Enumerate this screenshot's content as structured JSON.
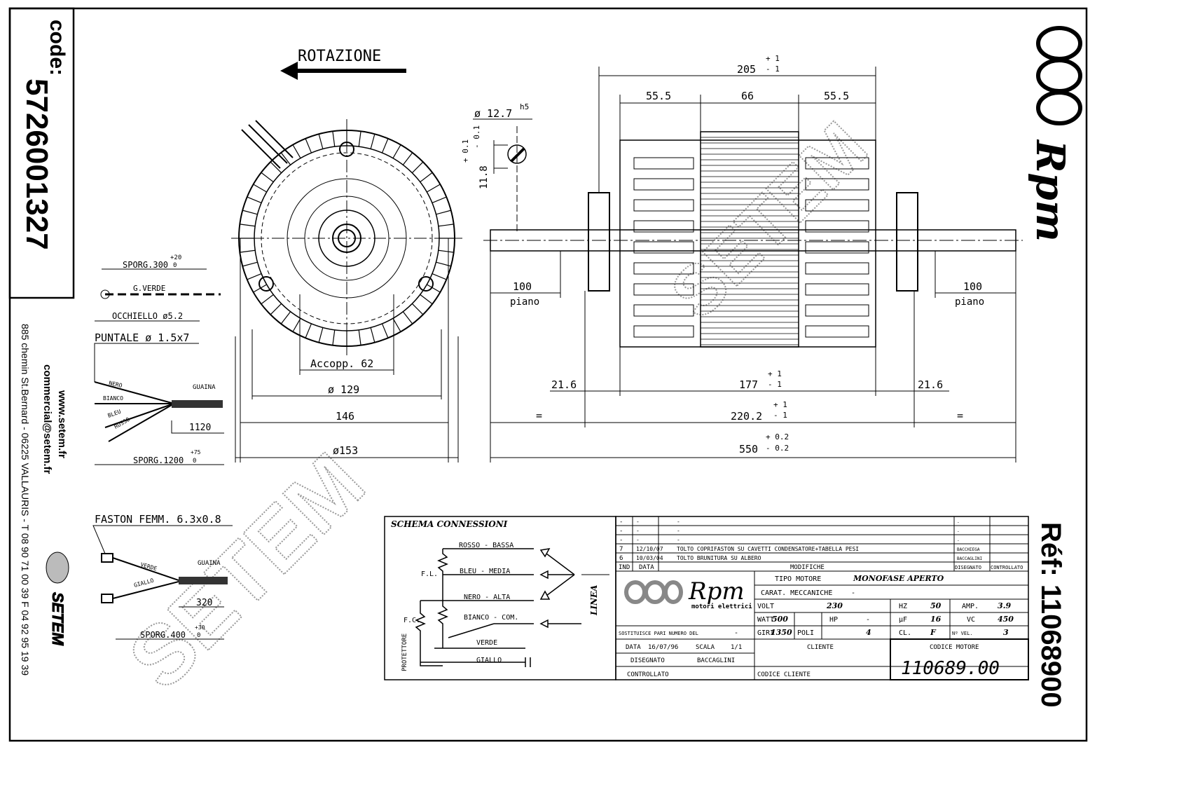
{
  "sidebar": {
    "code_label": "code:",
    "code": "5726001327",
    "web": "www.setem.fr",
    "email": "commercial@setem.fr",
    "address": "885 chemin St.Bernard - 06225 VALLAURIS - T 08 90 71 00 39  F 04 92 95 19 39",
    "brand": "SETEM"
  },
  "right": {
    "logo": "Rpm",
    "ref": "Réf: 11068900",
    "watermark": "SETEM"
  },
  "front_view": {
    "rotation": "ROTAZIONE",
    "accopp": "Accopp. 62",
    "d129": "ø 129",
    "d146": "146",
    "d153": "ø153"
  },
  "wires": {
    "sporg300": "SPORG.300",
    "sporg300_tol": "+20",
    "sporg300_tol2": "0",
    "gverde": "G.VERDE",
    "occhiello": "OCCHIELLO ø5.2",
    "puntale": "PUNTALE ø 1.5x7",
    "nero": "NERO",
    "bianco": "BIANCO",
    "bleu": "BLEU",
    "rosso": "ROSSO",
    "guaina": "GUAINA",
    "d1120": "1120",
    "sporg1200": "SPORG.1200",
    "sporg1200_tol": "+75",
    "sporg1200_tol2": "0",
    "faston": "FASTON FEMM. 6.3x0.8",
    "verde": "VERDE",
    "giallo": "GIALLO",
    "guaina2": "GUAINA",
    "d320": "320",
    "sporg400": "SPORG.400",
    "sporg400_tol": "+30",
    "sporg400_tol2": "0"
  },
  "shaft_detail": {
    "diam": "ø 12.7",
    "fit": "h5",
    "flat": "11.8",
    "tol_plus": "+ 0.1",
    "tol_minus": "- 0.1"
  },
  "side_view": {
    "d205": "205",
    "d205_tp": "+ 1",
    "d205_tm": "- 1",
    "d55a": "55.5",
    "d66": "66",
    "d55b": "55.5",
    "d100a": "100",
    "piano_a": "piano",
    "d100b": "100",
    "piano_b": "piano",
    "d21a": "21.6",
    "d177": "177",
    "d177_tp": "+ 1",
    "d177_tm": "- 1",
    "d21b": "21.6",
    "eq_a": "=",
    "d220": "220.2",
    "d220_tp": "+ 1",
    "d220_tm": "- 1",
    "eq_b": "=",
    "d550": "550",
    "d550_tp": "+ 0.2",
    "d550_tm": "- 0.2"
  },
  "schema": {
    "title": "SCHEMA CONNESSIONI",
    "rosso": "ROSSO - BASSA",
    "bleu": "BLEU - MEDIA",
    "nero": "NERO - ALTA",
    "bianco": "BIANCO - COM.",
    "fl": "F.L.",
    "fc": "F.C.",
    "protettore": "PROTETTORE",
    "verde": "VERDE",
    "giallo": "GIALLO",
    "linea": "LINEA"
  },
  "title_block": {
    "revisions": [
      {
        "ind": "-",
        "data": "-",
        "desc": "-",
        "by": "-"
      },
      {
        "ind": "-",
        "data": "-",
        "desc": "-",
        "by": "-"
      },
      {
        "ind": "-",
        "data": "-",
        "desc": "-",
        "by": "-"
      },
      {
        "ind": "7",
        "data": "12/10/07",
        "desc": "TOLTO COPRIFASTON SU CAVETTI CONDENSATORE+TABELLA PESI",
        "by": "BACCHIEGA"
      },
      {
        "ind": "6",
        "data": "10/03/04",
        "desc": "TOLTO BRUNITURA SU ALBERO",
        "by": "BACCAGLINI"
      }
    ],
    "hdr_ind": "IND",
    "hdr_data": "DATA",
    "hdr_mod": "MODIFICHE",
    "hdr_dis": "DISEGNATO",
    "hdr_con": "CONTROLLATO",
    "logo": "Rpm",
    "logo_sub": "motori elettrici",
    "tipo_label": "TIPO MOTORE",
    "tipo": "MONOFASE APERTO",
    "carat_label": "CARAT. MECCANICHE",
    "carat": "-",
    "volt_l": "VOLT",
    "volt": "230",
    "hz_l": "HZ",
    "hz": "50",
    "amp_l": "AMP.",
    "amp": "3.9",
    "watt_l": "WATT",
    "watt": "500",
    "hp_l": "HP",
    "hp": "-",
    "uf_l": "µF",
    "uf": "16",
    "vc_l": "VC",
    "vc": "450",
    "giri_l": "GIRI",
    "giri": "1350",
    "poli_l": "POLI",
    "poli": "4",
    "cl_l": "CL.",
    "cl": "F",
    "vel_l": "Nº VEL.",
    "vel": "3",
    "sost_l": "SOSTITUISCE PARI NUMERO DEL",
    "sost": "-",
    "data_l": "DATA",
    "data": "16/07/96",
    "scala_l": "SCALA",
    "scala": "1/1",
    "dis_l": "DISEGNATO",
    "dis": "BACCAGLINI",
    "contr_l": "CONTROLLATO",
    "cliente_l": "CLIENTE",
    "cod_cliente_l": "CODICE CLIENTE",
    "cod_motore_l": "CODICE MOTORE",
    "cod_motore": "110689.00"
  }
}
